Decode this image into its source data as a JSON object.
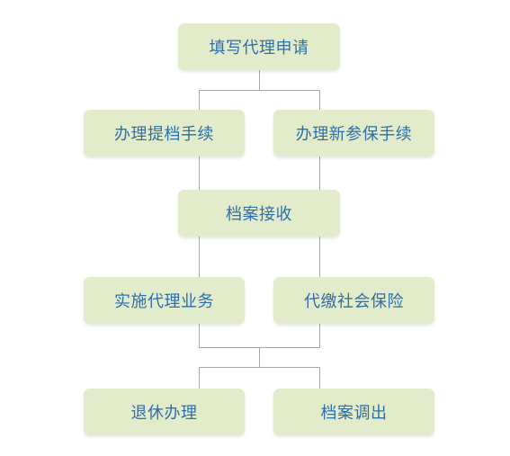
{
  "colors": {
    "box_fill": "#e2eccb",
    "text": "#2e6ea9",
    "line": "#a6a6a6"
  },
  "nodes": {
    "apply": "填写代理申请",
    "transfer_archive": "办理提档手续",
    "new_insurance": "办理新参保手续",
    "archive_receive": "档案接收",
    "implement_agency": "实施代理业务",
    "pay_insurance": "代缴社会保险",
    "retirement": "退休办理",
    "archive_callout": "档案调出"
  },
  "edges": [
    {
      "from": "apply",
      "to": "transfer_archive"
    },
    {
      "from": "apply",
      "to": "new_insurance"
    },
    {
      "from": "transfer_archive",
      "to": "archive_receive"
    },
    {
      "from": "new_insurance",
      "to": "archive_receive"
    },
    {
      "from": "archive_receive",
      "to": "implement_agency"
    },
    {
      "from": "archive_receive",
      "to": "pay_insurance"
    },
    {
      "from": "implement_agency",
      "to": "retirement"
    },
    {
      "from": "implement_agency",
      "to": "archive_callout"
    },
    {
      "from": "pay_insurance",
      "to": "retirement"
    },
    {
      "from": "pay_insurance",
      "to": "archive_callout"
    }
  ]
}
